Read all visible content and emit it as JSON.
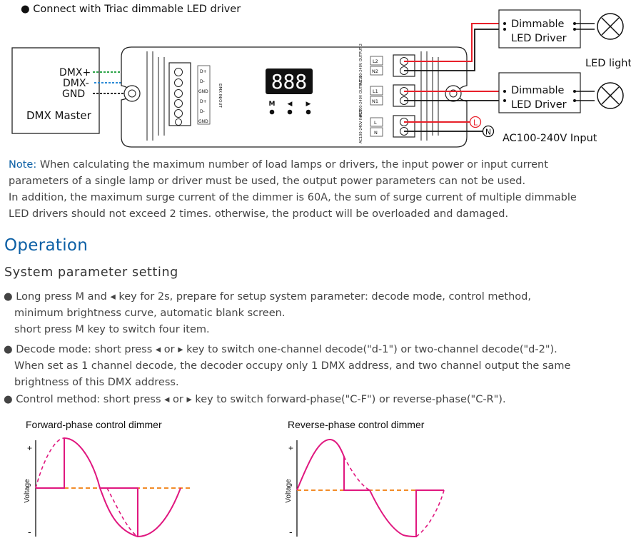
{
  "header": {
    "top_line": "● Connect with Triac dimmable LED driver"
  },
  "wiring": {
    "master_label": "DMX Master",
    "pins": [
      "DMX+",
      "DMX-",
      "GND"
    ],
    "dmx_terminals": [
      "D+",
      "D-",
      "GND",
      "D+",
      "D-",
      "GND"
    ],
    "vertical_label": "DMX IN/OUT",
    "display": "888",
    "buttons": [
      "M",
      "◀",
      "▶"
    ],
    "outputs": [
      {
        "label": "AC100-240V OUTPUT 2",
        "terms": [
          "L2",
          "N2"
        ]
      },
      {
        "label": "AC100-240V OUTPUT 1",
        "terms": [
          "L1",
          "N1"
        ]
      },
      {
        "label": "AC100-240V INPUT",
        "terms": [
          "L",
          "N"
        ]
      }
    ],
    "driver_label_line1": "Dimmable",
    "driver_label_line2": "LED Driver",
    "led_light_label": "LED light",
    "input_label": "AC100-240V Input",
    "line_marker": "L",
    "neutral_marker": "N",
    "colors": {
      "red": "#e8202a",
      "blue": "#2a8ad6",
      "green": "#2fa54a",
      "black": "#111111",
      "magenta": "#e0177f",
      "orange": "#f28c28"
    }
  },
  "note": {
    "label": "Note:",
    "line1": " When calculating the maximum number of load lamps or drivers, the input power or input current",
    "line2": "parameters of a single lamp or driver must be used, the output power parameters can not be used.",
    "line3": "In addition, the maximum surge current of the dimmer is 60A, the sum of surge current of multiple dimmable",
    "line4": "LED drivers should not exceed 2 times. otherwise, the product will be overloaded and damaged."
  },
  "operation": {
    "title": "Operation",
    "subtitle": "System parameter setting",
    "bullet1_line1": "● Long press M and ◂ key for 2s, prepare for setup system parameter: decode mode, control method,",
    "bullet1_line2": "minimum brightness curve, automatic blank screen.",
    "bullet1_line3": "short press M key to switch four item.",
    "bullet2_line1": "● Decode mode: short press ◂ or ▸ key to switch one-channel decode(\"d-1\") or two-channel decode(\"d-2\").",
    "bullet2_line2": "When set as 1 channel decode, the decoder occupy only 1 DMX address, and two channel output the same",
    "bullet2_line3": "brightness of this DMX address.",
    "bullet3_line1": "● Control method: short press ◂ or ▸ key to switch forward-phase(\"C-F\") or reverse-phase(\"C-R\")."
  },
  "waveforms": [
    {
      "title": "Forward-phase control dimmer",
      "ylabel": "Voltage",
      "plus": "+",
      "minus": "-"
    },
    {
      "title": "Reverse-phase control dimmer",
      "ylabel": "Voltage",
      "plus": "+",
      "minus": "-"
    }
  ]
}
